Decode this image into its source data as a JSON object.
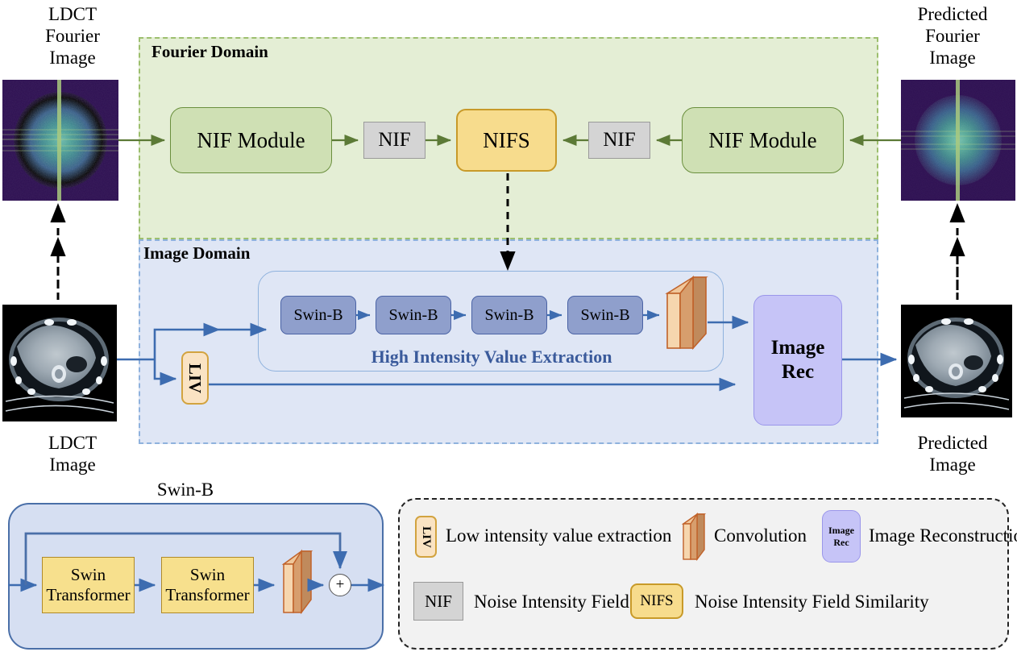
{
  "labels": {
    "ldct_fourier": "LDCT\nFourier\nImage",
    "predicted_fourier": "Predicted\nFourier\nImage",
    "ldct_image": "LDCT\nImage",
    "predicted_image": "Predicted\nImage",
    "swinb_caption": "Swin-B"
  },
  "fourier_domain": {
    "title": "Fourier Domain",
    "left_module": "NIF Module",
    "left_nif": "NIF",
    "center": "NIFS",
    "right_nif": "NIF",
    "right_module": "NIF Module"
  },
  "image_domain": {
    "title": "Image Domain",
    "hive_label": "High Intensity  Value Extraction",
    "swin_blocks": [
      "Swin-B",
      "Swin-B",
      "Swin-B",
      "Swin-B"
    ],
    "liv": "LIV",
    "image_rec_line1": "Image",
    "image_rec_line2": "Rec"
  },
  "swinb_detail": {
    "block1_line1": "Swin",
    "block1_line2": "Transformer",
    "block2_line1": "Swin",
    "block2_line2": "Transformer",
    "plus": "+"
  },
  "legend": {
    "items": [
      {
        "icon": "liv-icon",
        "icon_label": "LIV",
        "text": "Low intensity value extraction"
      },
      {
        "icon": "convolution-icon",
        "icon_label": "",
        "text": "Convolution"
      },
      {
        "icon": "image-rec-icon",
        "icon_label": "Image\nRec",
        "text": "Image Reconstruction"
      },
      {
        "icon": "nif-icon",
        "icon_label": "NIF",
        "text": "Noise Intensity Field"
      },
      {
        "icon": "nifs-icon",
        "icon_label": "NIFS",
        "text": "Noise Intensity Field Similarity"
      }
    ]
  },
  "colors": {
    "fourier_bg": "#e4eed5",
    "fourier_border": "#9dbf6e",
    "image_bg": "#dfe6f5",
    "image_border": "#8fb2dd",
    "nif_module": "#cfe0b4",
    "nifs": "#f7dc8d",
    "swinb": "#8f9fcc",
    "image_rec": "#c6c4f7",
    "liv": "#fae3c3",
    "green_arrow": "#5c7a36",
    "blue_arrow": "#3d6cb0",
    "hive_text": "#3a5a9b"
  }
}
